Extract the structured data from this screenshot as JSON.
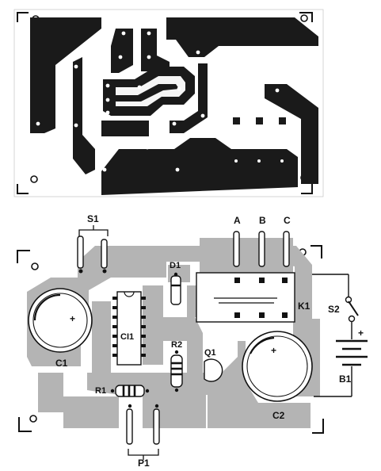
{
  "labels": {
    "s1": "S1",
    "a": "A",
    "b": "B",
    "c": "C",
    "d1": "D1",
    "k1": "K1",
    "s2": "S2",
    "ci1": "CI1",
    "c1": "C1",
    "r2": "R2",
    "q1": "Q1",
    "r1": "R1",
    "c2": "C2",
    "b1": "B1",
    "p1": "P1",
    "plus_c1": "+",
    "plus_c2": "+",
    "plus_batt": "+"
  },
  "colors": {
    "copper": "#1a1a1a",
    "shade": "#b4b4b4",
    "line": "#111111",
    "paper": "#ffffff"
  }
}
